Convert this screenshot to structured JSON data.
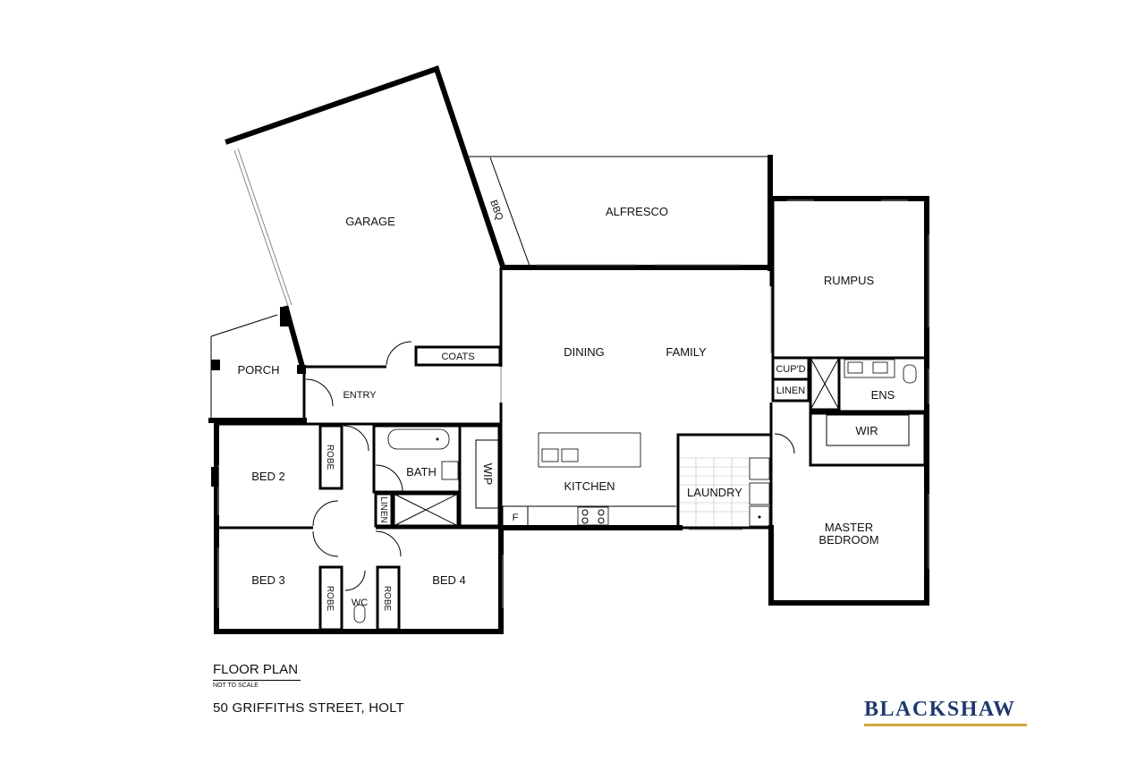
{
  "rooms": {
    "garage": "GARAGE",
    "alfresco": "ALFRESCO",
    "bbq": "BBQ",
    "rumpus": "RUMPUS",
    "porch": "PORCH",
    "entry": "ENTRY",
    "coats": "COATS",
    "dining": "DINING",
    "family": "FAMILY",
    "cupd": "CUP'D",
    "linen_ens": "LINEN",
    "ens": "ENS",
    "wir": "WIR",
    "bed2": "BED 2",
    "robe_bed2": "ROBE",
    "bath": "BATH",
    "wip": "WIP",
    "kitchen": "KITCHEN",
    "laundry": "LAUNDRY",
    "linen_hall": "LINEN",
    "fridge": "F",
    "master_line1": "MASTER",
    "master_line2": "BEDROOM",
    "bed3": "BED 3",
    "robe_bed3": "ROBE",
    "wc": "WC",
    "robe_bed4": "ROBE",
    "bed4": "BED 4"
  },
  "footer": {
    "title": "FLOOR PLAN",
    "scale_note": "NOT TO SCALE",
    "address": "50 GRIFFITHS STREET, HOLT"
  },
  "brand": {
    "name": "BLACKSHAW",
    "name_color": "#1e3a6e",
    "accent_color": "#d4a53a"
  }
}
